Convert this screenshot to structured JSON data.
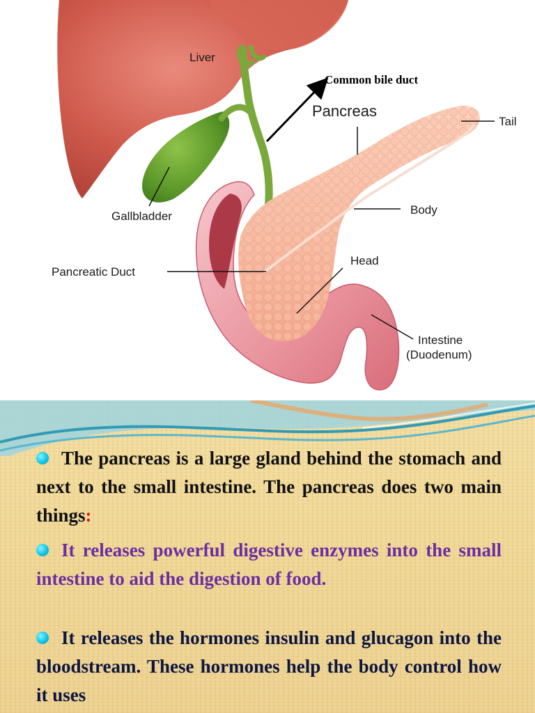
{
  "diagram": {
    "labels": {
      "liver": "Liver",
      "common_bile_duct": "Common bile duct",
      "pancreas": "Pancreas",
      "tail": "Tail",
      "gallbladder": "Gallbladder",
      "body": "Body",
      "head": "Head",
      "pancreatic_duct": "Pancreatic Duct",
      "intestine": "Intestine",
      "duodenum": "(Duodenum)"
    }
  },
  "slide": {
    "bullets": [
      {
        "text": "The pancreas is a large gland behind the stomach and next to the small intestine. The pancreas does two main things",
        "suffix": ":"
      },
      {
        "text": "It releases powerful digestive enzymes into the small intestine to aid the digestion of food.",
        "suffix": ""
      },
      {
        "text": "It releases the hormones insulin and glucagon into the bloodstream. These hormones help the body control how it uses",
        "suffix": ""
      }
    ],
    "colors": {
      "bullet_dot": "#14c4e6",
      "text_1": "#111111",
      "text_2": "#6b2fa0",
      "text_3": "#0c1640",
      "colon": "#e01a1a"
    }
  }
}
